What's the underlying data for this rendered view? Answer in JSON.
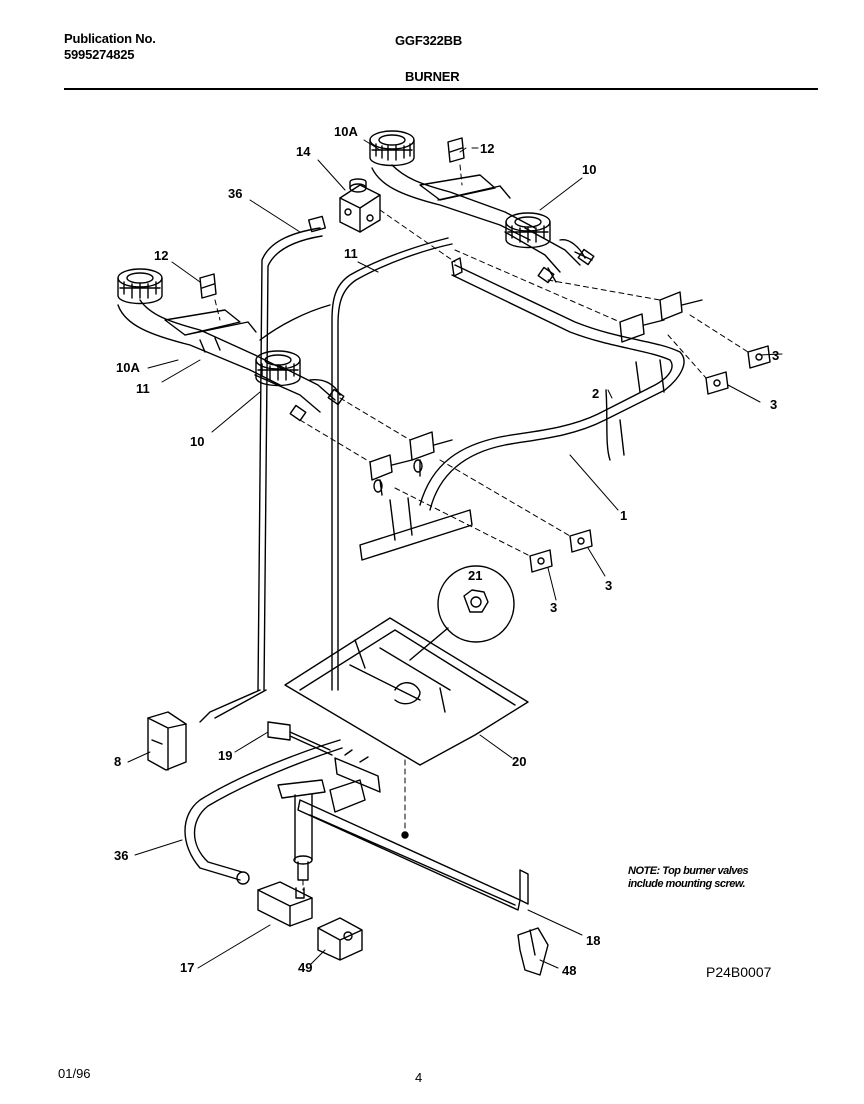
{
  "header": {
    "pub_label": "Publication No.",
    "pub_number": "5995274825",
    "model": "GGF322BB",
    "section": "BURNER"
  },
  "note": {
    "line1": "NOTE: Top burner valves",
    "line2": "include mounting screw."
  },
  "diagram_code": "P24B0007",
  "footer": {
    "date": "01/96",
    "page": "4"
  },
  "callouts": {
    "c10a_top": "10A",
    "c12_top": "12",
    "c14": "14",
    "c10_top": "10",
    "c36_top": "36",
    "c11_top": "11",
    "c12_left": "12",
    "c10a_left": "10A",
    "c11_left": "11",
    "c10_left": "10",
    "c3_a": "3",
    "c3_b": "3",
    "c2": "2",
    "c1": "1",
    "c3_c": "3",
    "c3_d": "3",
    "c21": "21",
    "c8": "8",
    "c19": "19",
    "c20": "20",
    "c36_bottom": "36",
    "c17": "17",
    "c49": "49",
    "c18": "18",
    "c48": "48"
  }
}
